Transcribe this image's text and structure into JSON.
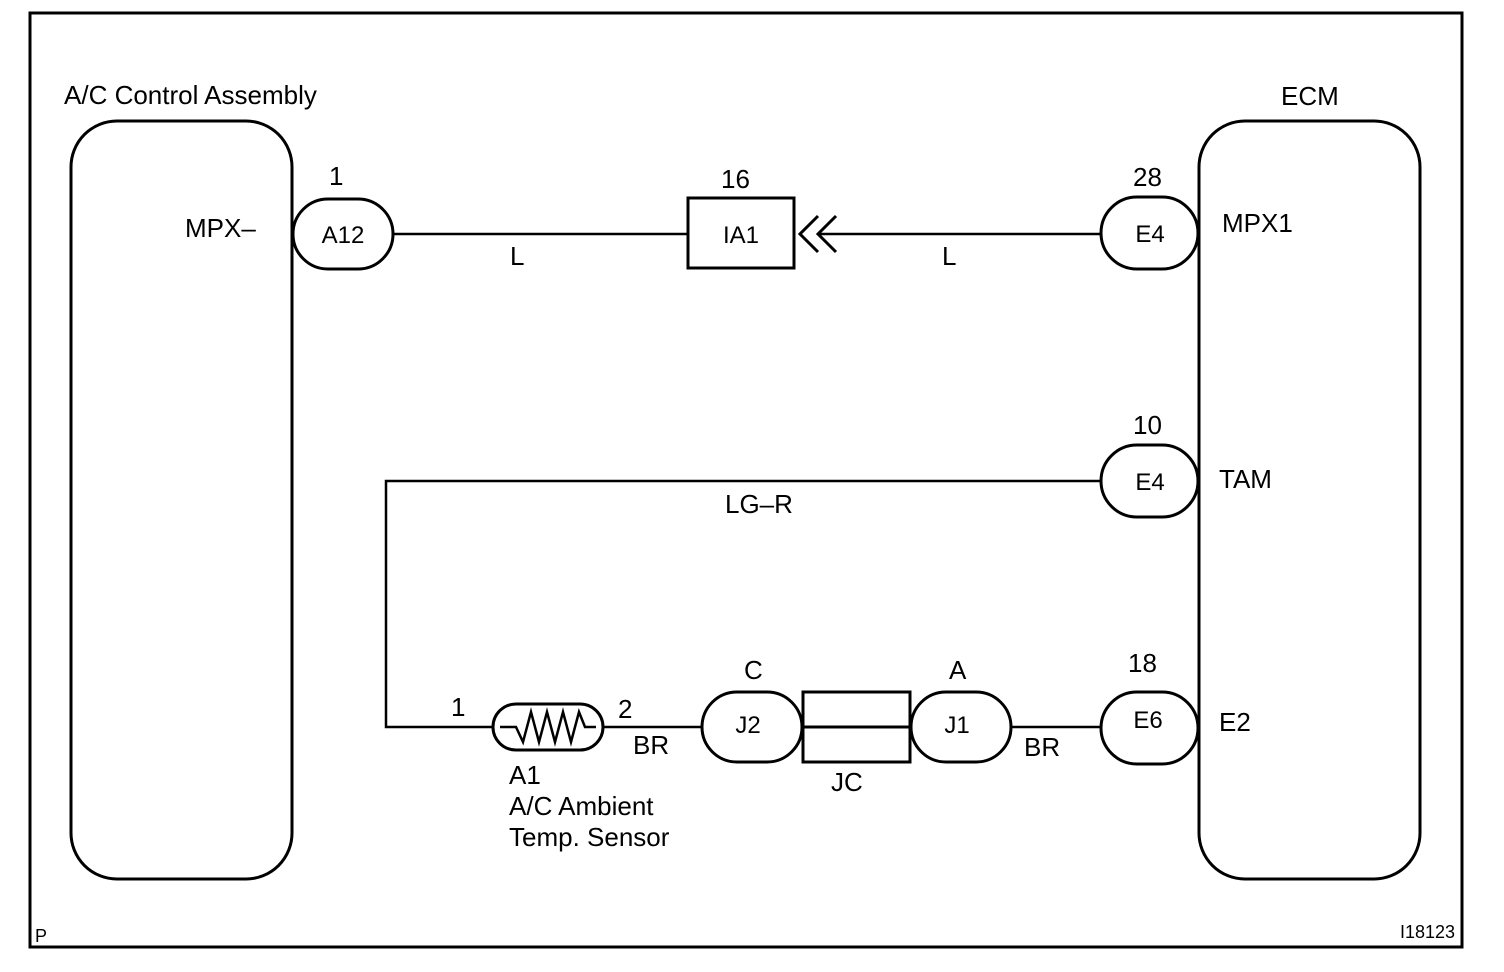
{
  "components": {
    "ac_control": {
      "title": "A/C Control Assembly",
      "terminal": "MPX–"
    },
    "ecm": {
      "title": "ECM",
      "terminals": {
        "mpx1": "MPX1",
        "tam": "TAM",
        "e2": "E2"
      }
    },
    "sensor": {
      "connector": "A1",
      "name_line1": "A/C Ambient",
      "name_line2": "Temp. Sensor",
      "pin1": "1",
      "pin2": "2"
    },
    "junction": {
      "name": "JC",
      "left_pin": "C",
      "left_conn": "J2",
      "right_pin": "A",
      "right_conn": "J1"
    }
  },
  "connectors": {
    "a12": {
      "id": "A12",
      "pin": "1"
    },
    "ia1": {
      "id": "IA1",
      "pin": "16"
    },
    "e4_mpx1": {
      "id": "E4",
      "pin": "28"
    },
    "e4_tam": {
      "id": "E4",
      "pin": "10"
    },
    "e6_e2": {
      "id": "E6",
      "pin": "18"
    }
  },
  "wires": {
    "mpx_left": "L",
    "mpx_right": "L",
    "tam": "LG–R",
    "sensor_to_j2": "BR",
    "j1_to_e6": "BR"
  },
  "footer": {
    "left_mark": "P",
    "figure_id": "I18123"
  }
}
